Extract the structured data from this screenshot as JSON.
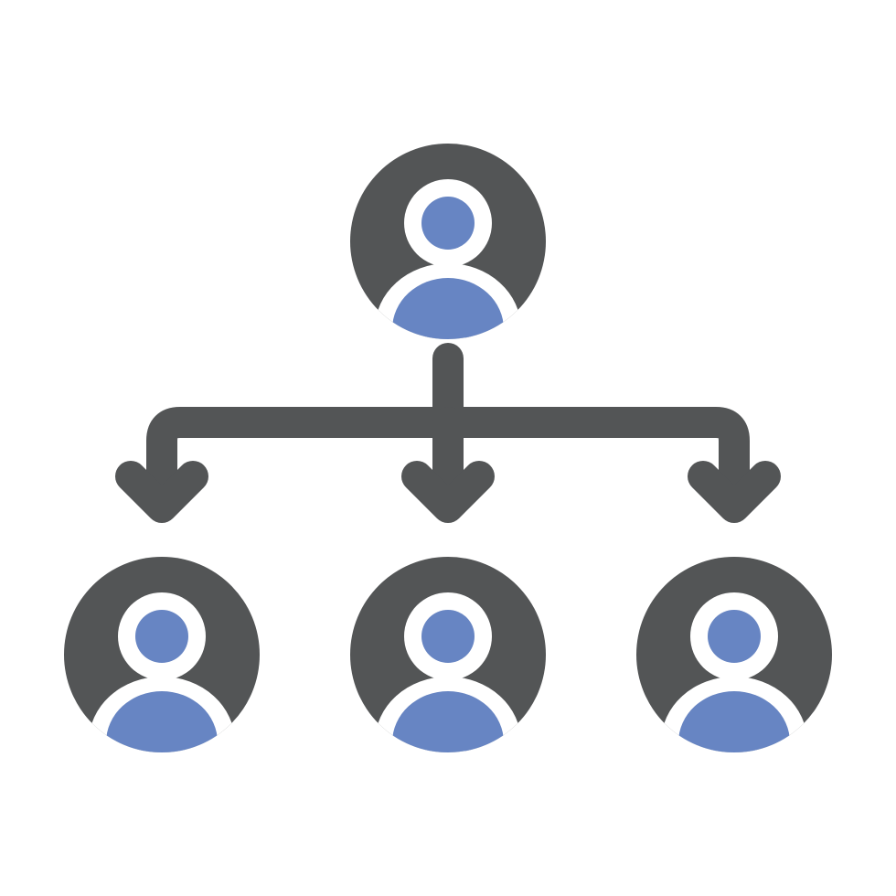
{
  "icon": {
    "name": "organization-hierarchy-icon",
    "nodes": [
      {
        "role": "manager",
        "icon": "user-avatar-icon"
      },
      {
        "role": "subordinate",
        "icon": "user-avatar-icon"
      },
      {
        "role": "subordinate",
        "icon": "user-avatar-icon"
      },
      {
        "role": "subordinate",
        "icon": "user-avatar-icon"
      }
    ],
    "connector": "branching-arrows-icon",
    "colors": {
      "dark": "#535556",
      "accent": "#6785c3",
      "background": "#ffffff"
    }
  }
}
